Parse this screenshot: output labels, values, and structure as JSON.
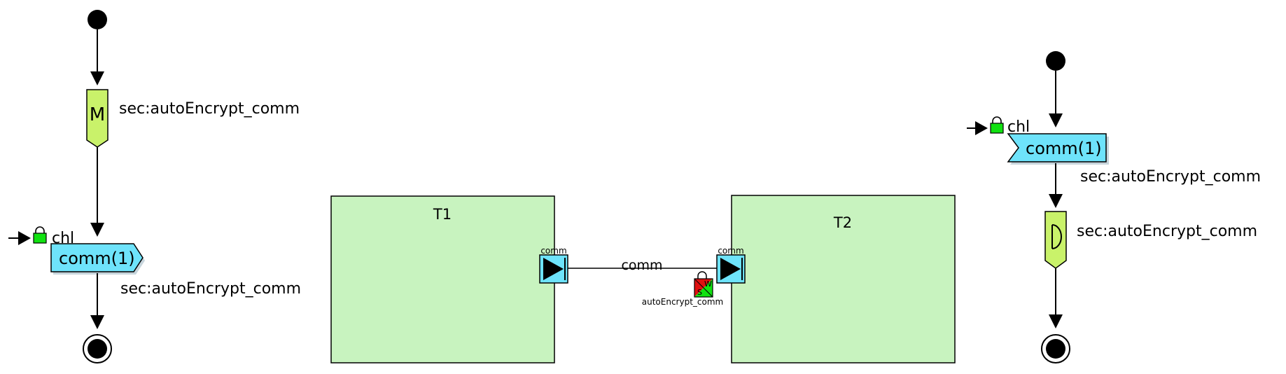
{
  "colors": {
    "block_fill": "#c8f3bf",
    "channel_fill": "#6ee3fb",
    "crypto_fill": "#c9f26a",
    "lock_green": "#11e211",
    "lock_red": "#e01010",
    "stroke": "#000000"
  },
  "left_diagram": {
    "crypto_letter": "M",
    "crypto_label": "sec:autoEncrypt_comm",
    "channel_name": "chl",
    "signal_label": "comm(1)",
    "signal_note": "sec:autoEncrypt_comm"
  },
  "middle_diagram": {
    "block1_title": "T1",
    "block2_title": "T2",
    "port1_label": "comm",
    "port2_label": "comm",
    "link_label": "comm",
    "security_label": "autoEncrypt_comm",
    "security_badge_left": "S",
    "security_badge_right": "W"
  },
  "right_diagram": {
    "channel_name": "chl",
    "signal_label": "comm(1)",
    "signal_note": "sec:autoEncrypt_comm",
    "crypto_letter": "D",
    "crypto_label": "sec:autoEncrypt_comm"
  }
}
